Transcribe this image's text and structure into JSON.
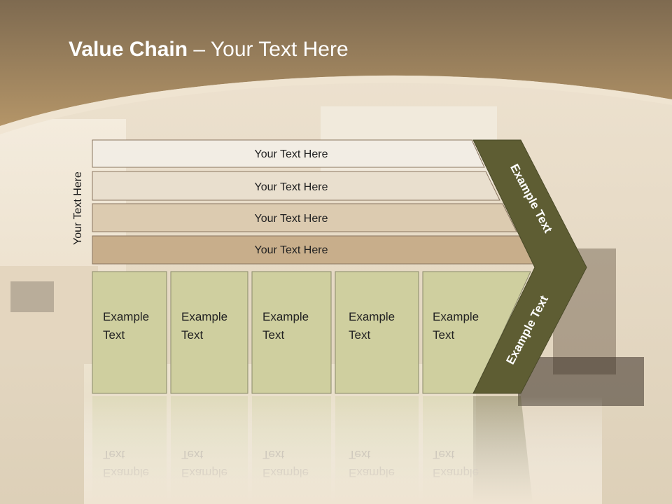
{
  "slide": {
    "title_bold": "Value Chain",
    "title_rest": " – Your Text Here",
    "side_label": "Your Text Here"
  },
  "support_bars": [
    {
      "label": "Your Text Here"
    },
    {
      "label": "Your Text Here"
    },
    {
      "label": "Your Text Here"
    },
    {
      "label": "Your Text Here"
    }
  ],
  "primary_boxes": [
    {
      "line1": "Example",
      "line2": "Text"
    },
    {
      "line1": "Example",
      "line2": "Text"
    },
    {
      "line1": "Example",
      "line2": "Text"
    },
    {
      "line1": "Example",
      "line2": "Text"
    },
    {
      "line1": "Example",
      "line2": "Text"
    }
  ],
  "arrow": {
    "upper_label": "Example Text",
    "lower_label": "Example Text"
  },
  "colors": {
    "header_brown": "#a78a63",
    "bar_1": "#f2ede4",
    "bar_2": "#e9dfce",
    "bar_3": "#dccbb0",
    "bar_4": "#c8ae8b",
    "box_fill": "#cfcf9f",
    "arrow_fill": "#5e5d33"
  }
}
